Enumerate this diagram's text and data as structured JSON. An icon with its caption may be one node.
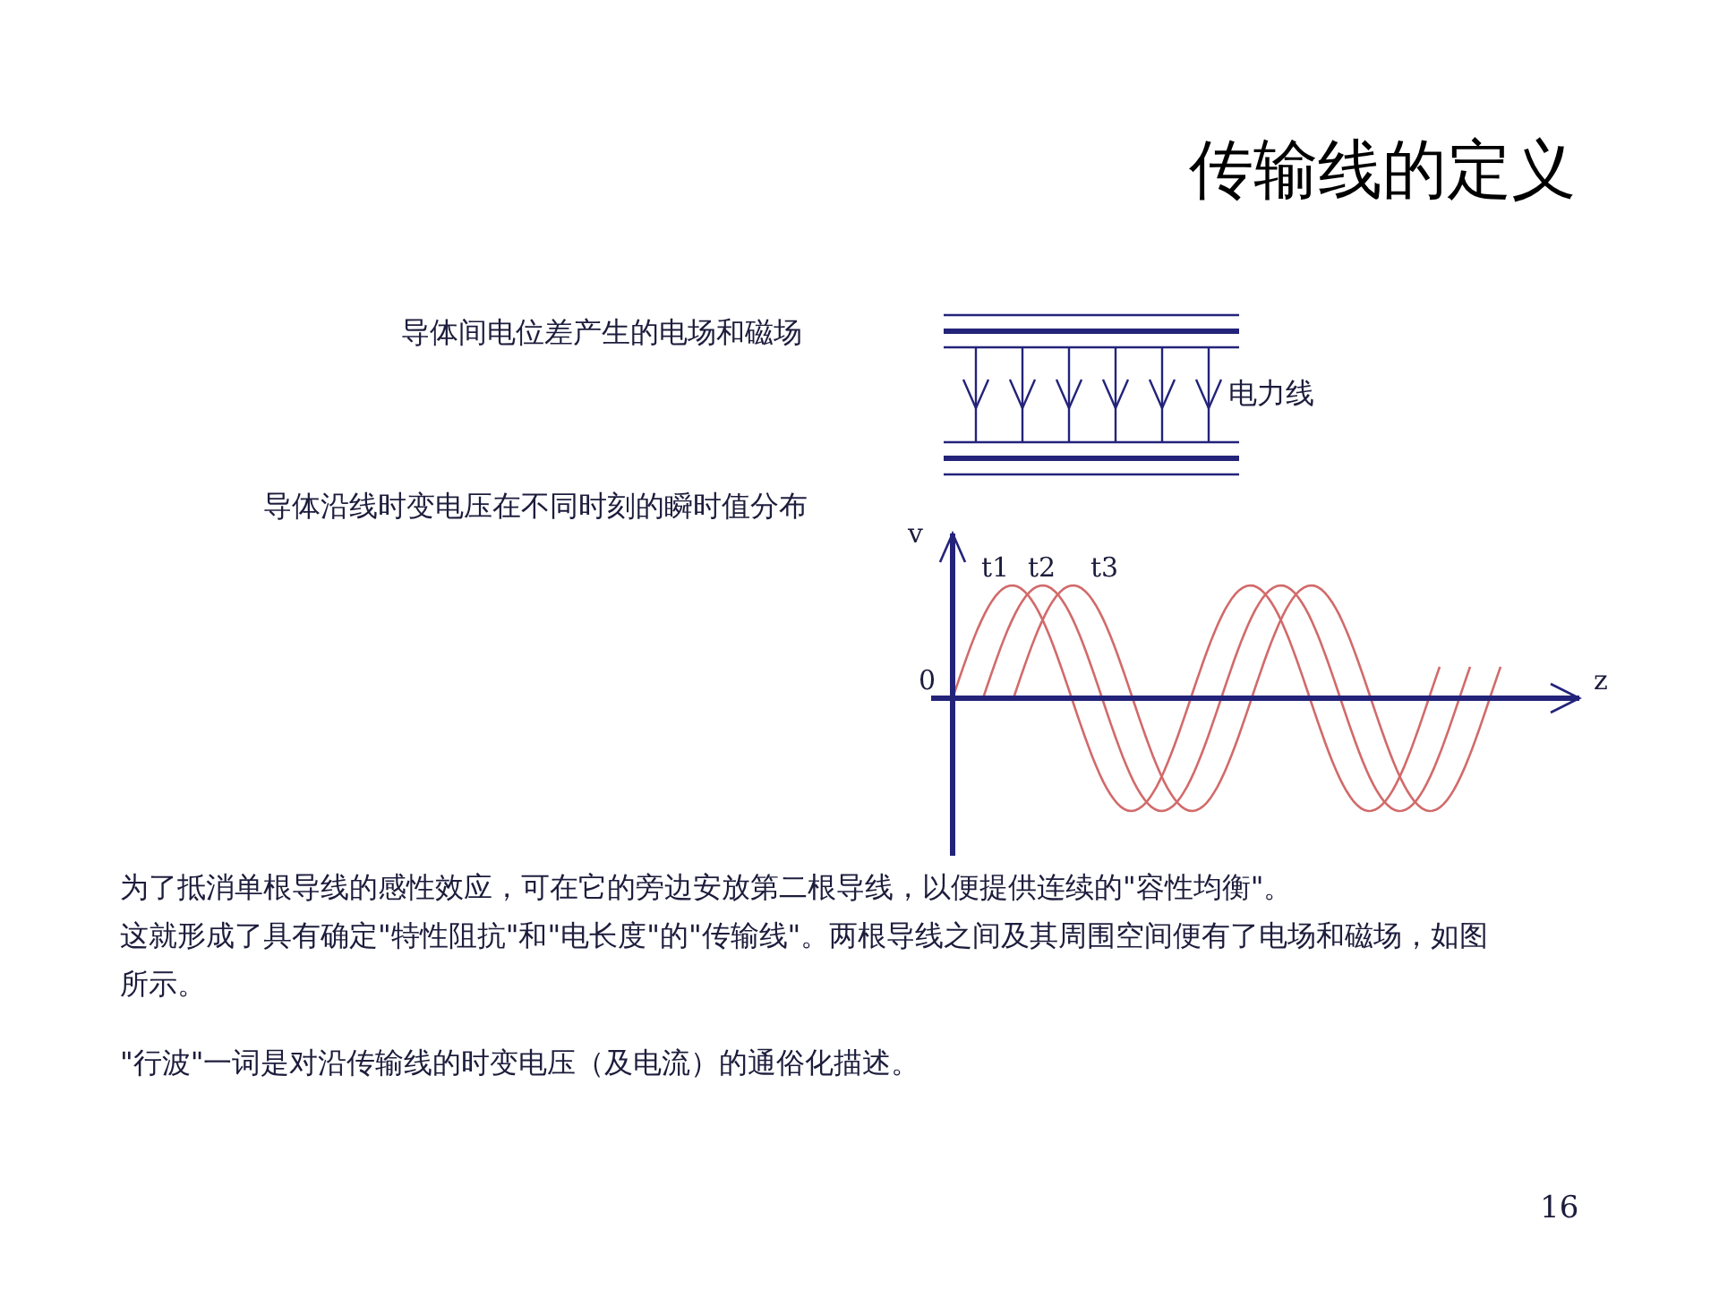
{
  "diagram": {
    "title": "传输线的定义",
    "labels": [
      "导体间电位差产生的电场和磁场",
      "电力线",
      "导体沿线时变电压在不同时刻的瞬时值分布",
      "v",
      "t1",
      "t2",
      "t3",
      "0",
      "z",
      "为了抵消单根导线的感性效应，可在它的旁边安放第二根导线，以便提供连续的\"容性均衡\"。",
      "这就形成了具有确定\"特性阻抗\"和\"电长度\"的\"传输线\"。两根导线之间及其周围空间便有了电场和磁场，如图所示。",
      "\"行波\"一词是对沿传输线的时变电压（及电流）的通俗化描述。",
      "16"
    ]
  }
}
